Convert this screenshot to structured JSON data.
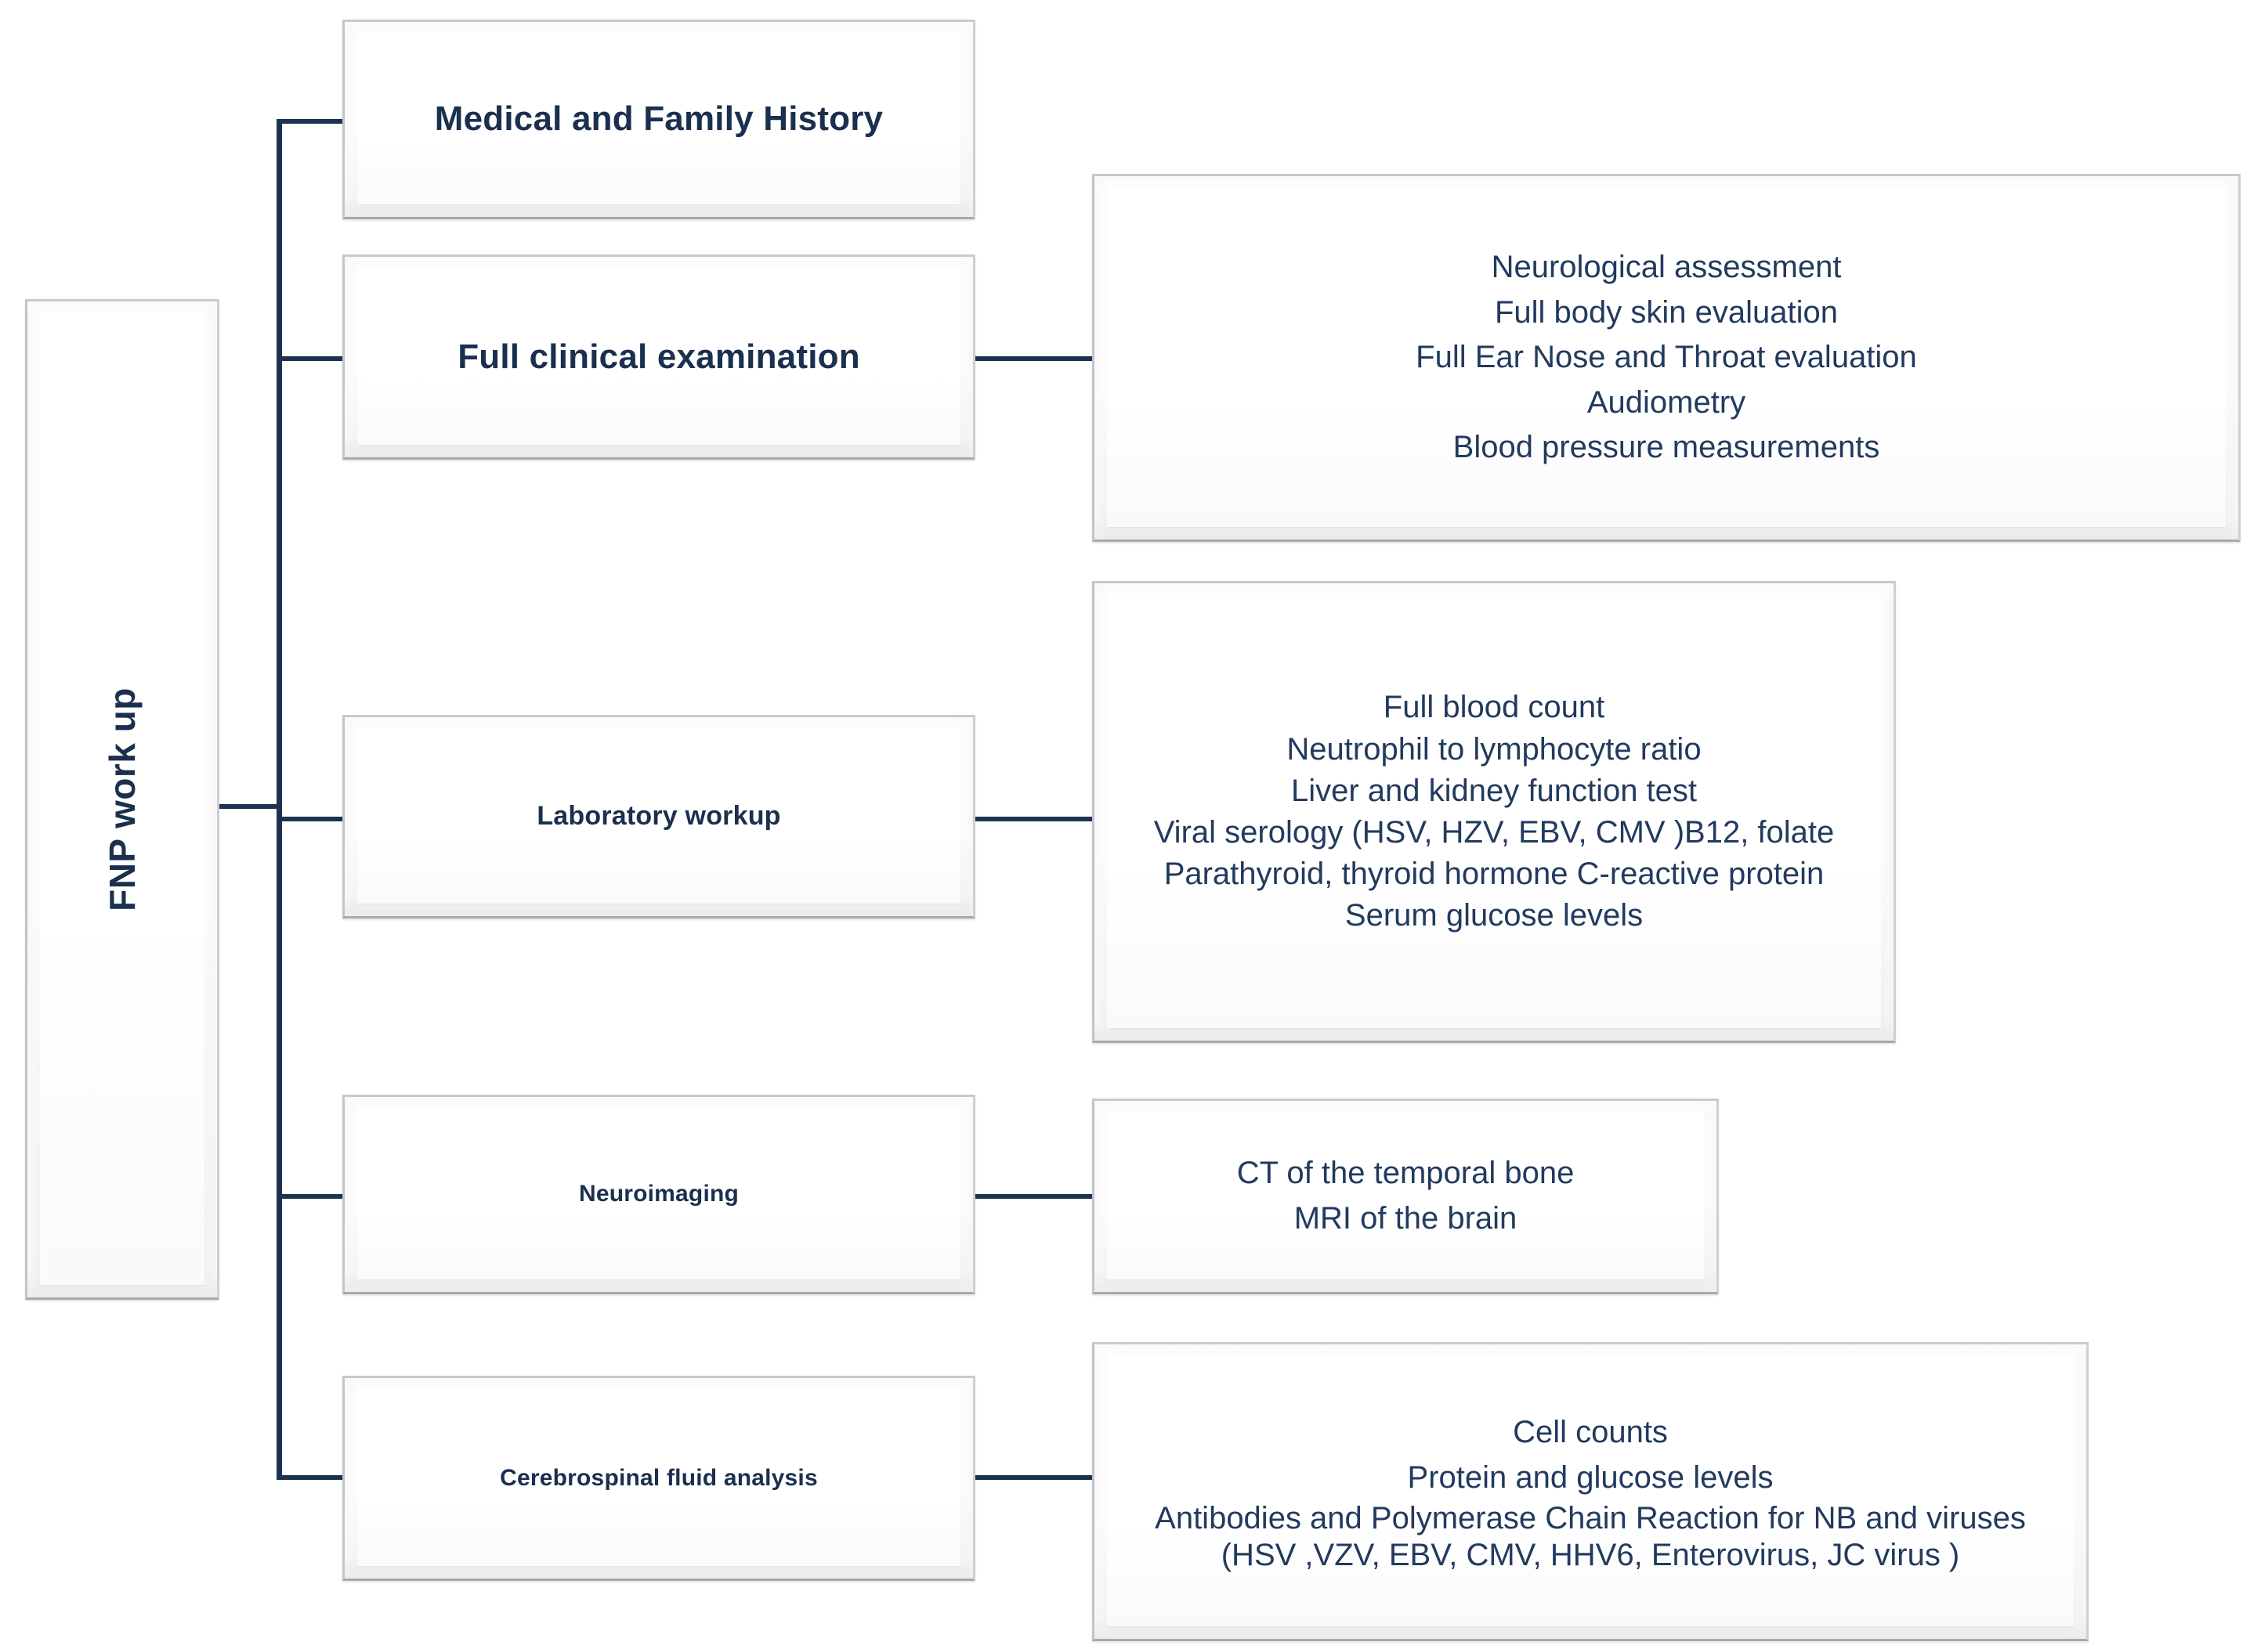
{
  "diagram": {
    "title": "FNP work up",
    "root": {
      "label": "FNP work up"
    },
    "accent_line_color": "#1c3250",
    "text_color": "#1b2f4e",
    "box_fill": "#ffffff",
    "branches": [
      {
        "id": "medical-history",
        "label": "Medical and Family History",
        "details": []
      },
      {
        "id": "clinical-exam",
        "label": "Full clinical examination",
        "details": [
          "Neurological assessment",
          "Full body skin evaluation",
          "Full Ear Nose and Throat  evaluation",
          "Audiometry",
          "Blood pressure measurements"
        ]
      },
      {
        "id": "lab-workup",
        "label": "Laboratory workup",
        "details": [
          "Full blood count",
          "Neutrophil to lymphocyte ratio",
          "Liver and kidney function test",
          "Viral serology  (HSV, HZV, EBV, CMV )B12, folate",
          "Parathyroid, thyroid hormone C-reactive protein",
          "Serum glucose levels"
        ]
      },
      {
        "id": "neuroimaging",
        "label": "Neuroimaging",
        "details": [
          "CT of the temporal bone",
          "MRI of the brain"
        ]
      },
      {
        "id": "csf-analysis",
        "label": "Cerebrospinal fluid analysis",
        "details": [
          "Cell counts",
          "Protein and glucose levels",
          "Antibodies and Polymerase Chain Reaction  for NB and viruses (HSV ,VZV, EBV, CMV, HHV6, Enterovirus, JC virus )"
        ]
      }
    ]
  }
}
